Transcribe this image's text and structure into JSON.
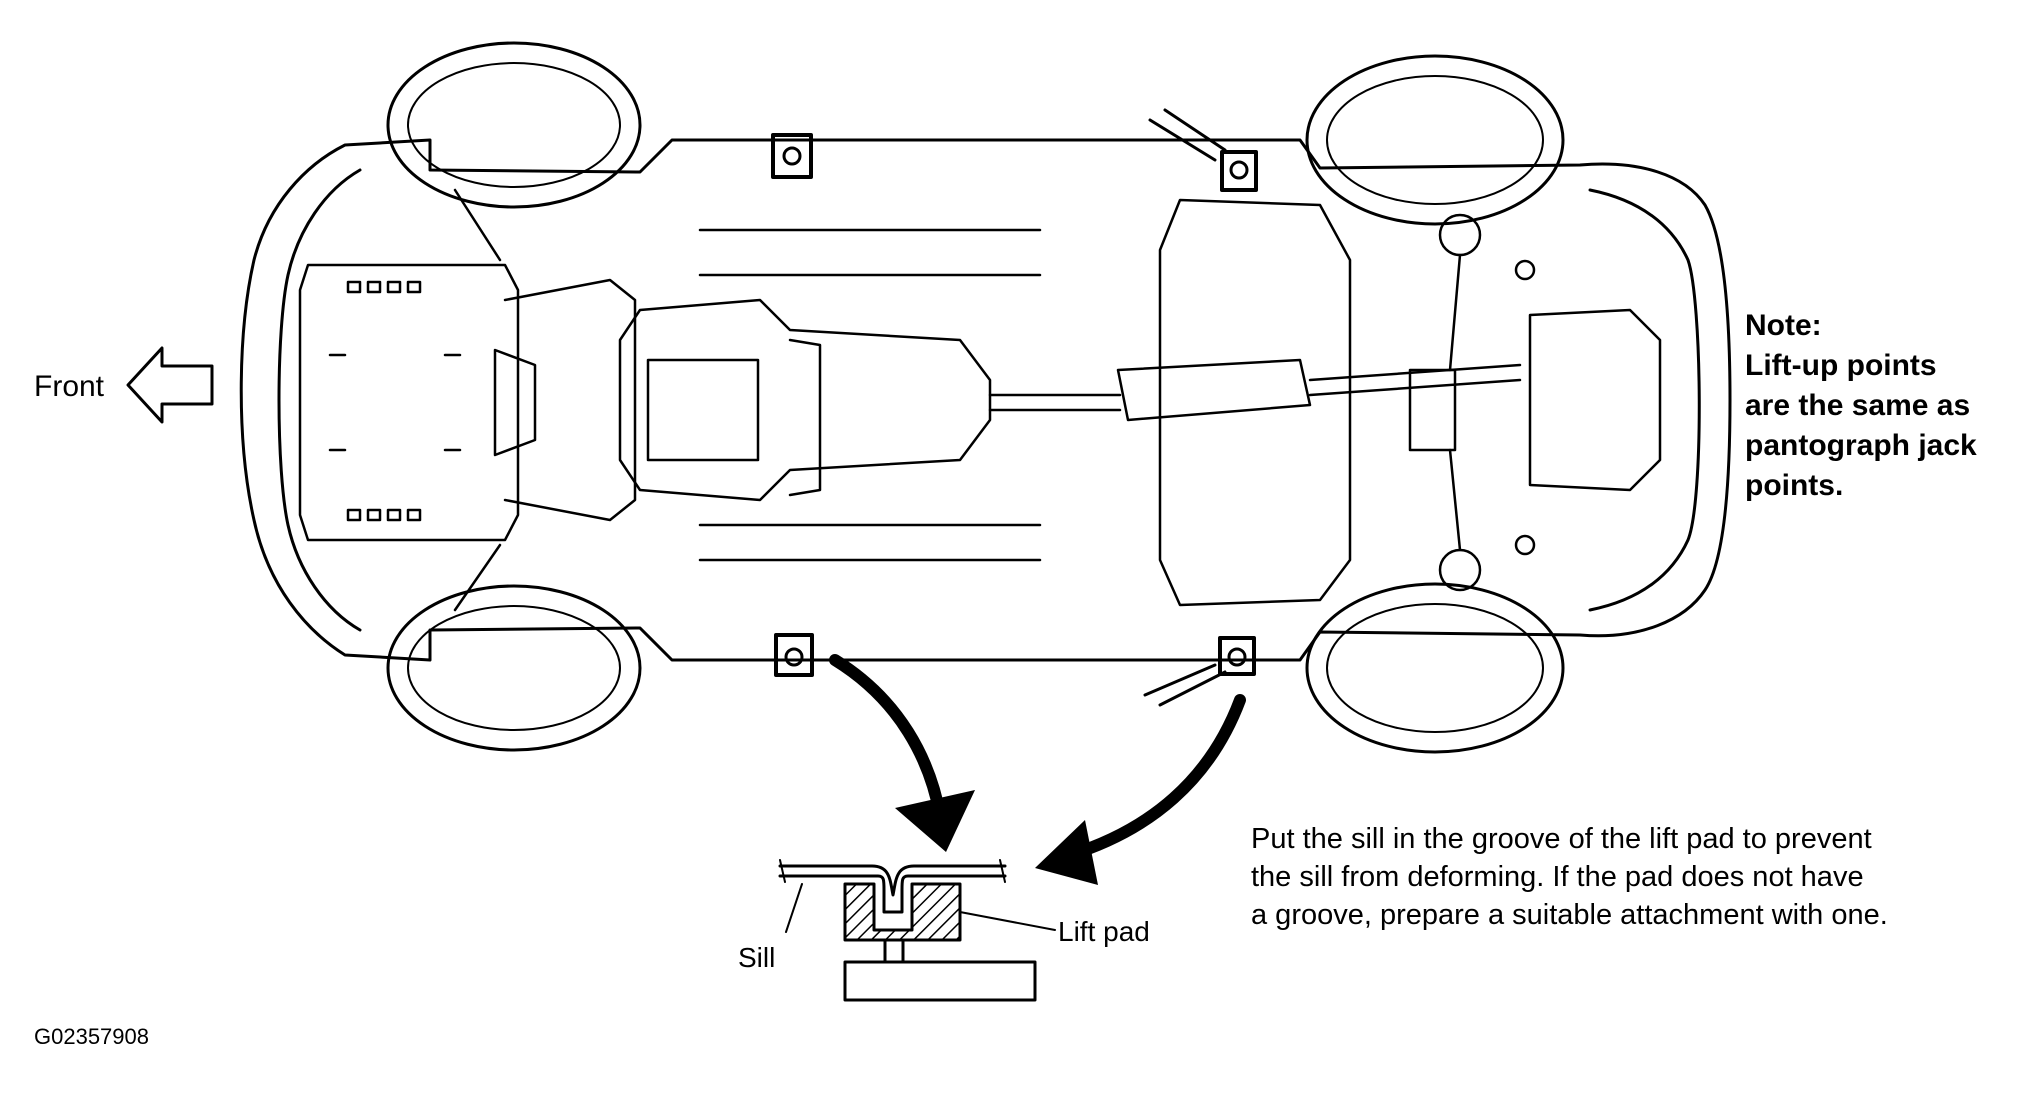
{
  "labels": {
    "front": "Front",
    "sill": "Sill",
    "lift_pad": "Lift pad",
    "figure_code": "G02357908"
  },
  "note": {
    "title": "Note:",
    "lines": [
      "Lift-up points",
      "are the same as",
      "pantograph jack",
      "points."
    ]
  },
  "instruction": {
    "lines": [
      "Put the sill in the groove of the lift pad to prevent",
      "the sill from deforming. If the pad does not have",
      "a groove, prepare a suitable attachment with one."
    ]
  },
  "colors": {
    "line": "#000000",
    "background": "#ffffff"
  }
}
